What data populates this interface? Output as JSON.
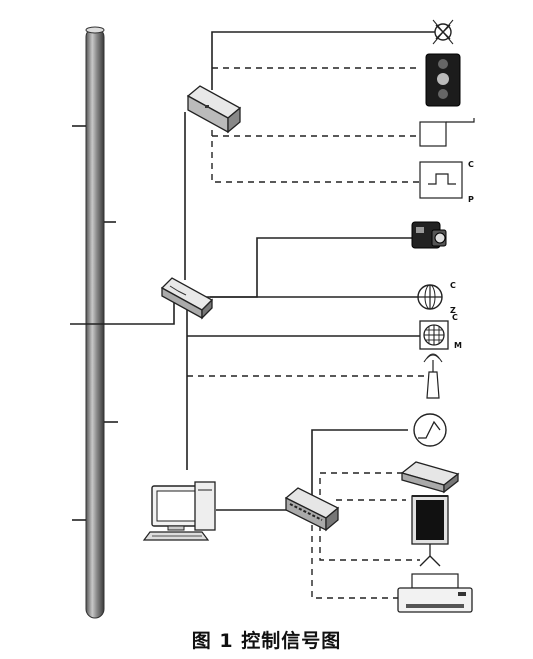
{
  "figure": {
    "caption": "图 1 控制信号图"
  },
  "labels": {
    "relay_c": "C",
    "relay_p": "P",
    "globe_c": "C",
    "globe_z": "Z",
    "grid_c": "C",
    "grid_m": "M"
  },
  "devices": [
    "pole-mast-icon",
    "streetlamp-icon",
    "traffic-light-icon",
    "sign-panel-icon",
    "relay-box-icon",
    "camera-icon",
    "globe-sensor-icon",
    "grid-sensor-icon",
    "antenna-icon",
    "gauge-icon",
    "small-router-icon",
    "projector-screen-icon",
    "printer-icon",
    "computer-icon",
    "control-box-top-icon",
    "control-box-middle-icon",
    "switch-hub-icon"
  ]
}
